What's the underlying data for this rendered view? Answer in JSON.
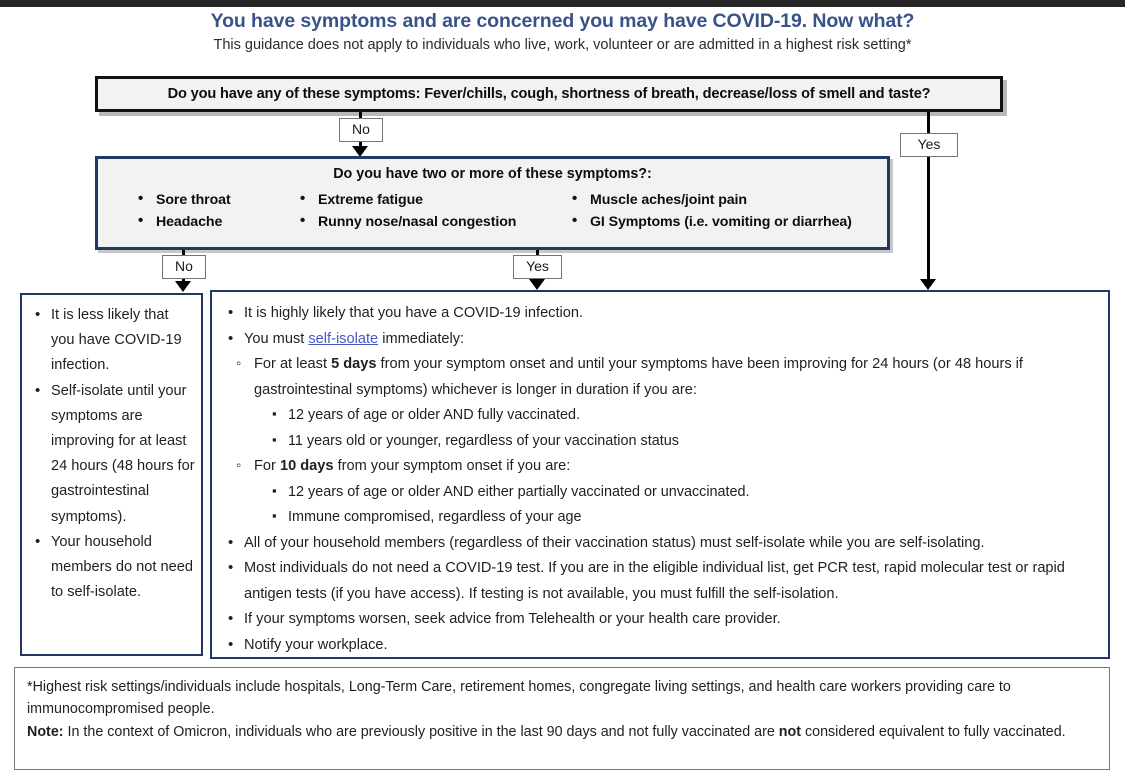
{
  "header": {
    "title": "You have symptoms and are concerned you may have COVID-19. Now what?",
    "subtitle": "This guidance does not apply to individuals who live, work, volunteer or are admitted in a highest risk setting*"
  },
  "q1": {
    "text": "Do you have any of these symptoms: Fever/chills, cough, shortness of breath, decrease/loss of smell and taste?"
  },
  "q2": {
    "head": "Do you have two or more of these symptoms?:",
    "col1": [
      "Sore throat",
      "Headache"
    ],
    "col2": [
      "Extreme fatigue",
      "Runny nose/nasal congestion"
    ],
    "col3": [
      "Muscle aches/joint pain",
      "GI Symptoms (i.e. vomiting or diarrhea)"
    ]
  },
  "connectors": {
    "q1_no": "No",
    "q1_yes": "Yes",
    "q2_no": "No",
    "q2_yes": "Yes"
  },
  "result_low_risk": {
    "items": [
      "It is less likely that you have COVID-19 infection.",
      "Self-isolate until your symptoms are improving for at least 24 hours (48 hours for gastrointestinal symptoms).",
      "Your household members do not need to self-isolate."
    ]
  },
  "result_high_risk": {
    "b1": "It is highly likely that you have a COVID-19 infection.",
    "b2_pre": "You must ",
    "b2_link": "self-isolate",
    "b2_post": " immediately:",
    "sub1_pre": "For at least ",
    "sub1_bold": "5 days",
    "sub1_post": " from your symptom onset and until your symptoms have been improving for 24 hours (or 48 hours if gastrointestinal symptoms) whichever is longer in duration if you are:",
    "sub1_items": [
      "12 years of age or older AND fully vaccinated.",
      "11 years old or younger, regardless of your vaccination status"
    ],
    "sub2_pre": "For ",
    "sub2_bold": "10 days",
    "sub2_post": " from your symptom onset if you are:",
    "sub2_items": [
      "12 years of age or older AND either partially vaccinated or unvaccinated.",
      "Immune compromised, regardless of your age"
    ],
    "b3": "All of your household members (regardless of their vaccination status) must self-isolate while you are self-isolating.",
    "b4": "Most individuals do not need a COVID-19 test. If you are in the eligible individual list, get PCR test, rapid molecular test or rapid antigen tests (if you have access). If testing is not available, you must fulfill the self-isolation.",
    "b5": "If your symptoms worsen, seek advice from Telehealth or your health care provider.",
    "b6": "Notify your workplace."
  },
  "footnote": {
    "line1": "*Highest risk settings/individuals include hospitals, Long-Term Care, retirement homes, congregate living settings, and health care workers providing care to immunocompromised people.",
    "note_label": "Note:",
    "note_pre": " In the context of Omicron, individuals who are previously positive in the last 90 days and not fully vaccinated are ",
    "note_bold": "not",
    "note_post": " considered equivalent to fully vaccinated."
  },
  "colors": {
    "title": "#395288",
    "box_border_navy": "#1f3864",
    "box_fill": "#f2f2f2",
    "link": "#4657c8",
    "topbar": "#262626"
  }
}
